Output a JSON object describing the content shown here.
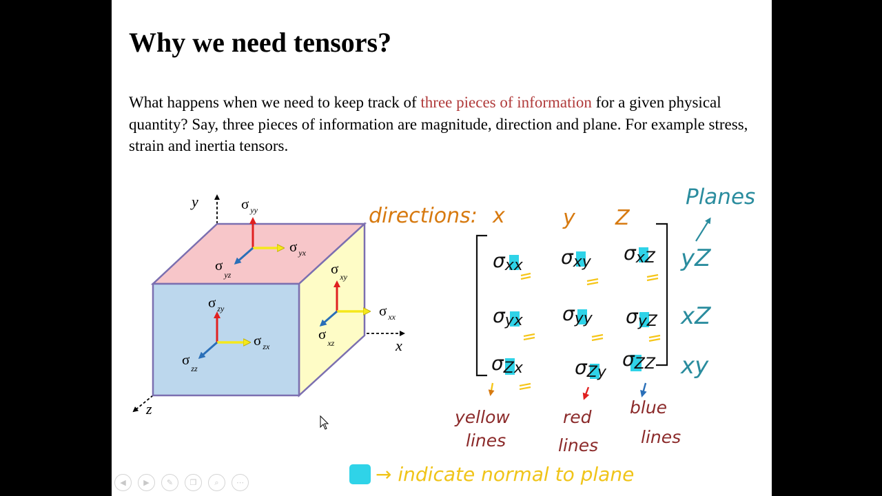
{
  "slide": {
    "title": "Why we need tensors?",
    "intro": {
      "before": "What happens when we need to keep track of ",
      "highlight": "three pieces of information",
      "after": " for a given physical quantity? Say, three pieces of information are magnitude, direction and plane. For example stress, strain and inertia tensors."
    }
  },
  "cube": {
    "axis_labels": {
      "x": "x",
      "y": "y",
      "z": "z"
    },
    "stress_labels": [
      {
        "sym": "σ",
        "sub": "yy"
      },
      {
        "sym": "σ",
        "sub": "yx"
      },
      {
        "sym": "σ",
        "sub": "yz"
      },
      {
        "sym": "σ",
        "sub": "xy"
      },
      {
        "sym": "σ",
        "sub": "xx"
      },
      {
        "sym": "σ",
        "sub": "xz"
      },
      {
        "sym": "σ",
        "sub": "zy"
      },
      {
        "sym": "σ",
        "sub": "zx"
      },
      {
        "sym": "σ",
        "sub": "zz"
      }
    ],
    "colors": {
      "top_face": "#f7c6c9",
      "right_face": "#fefcc6",
      "front_face": "#bcd7ed",
      "edge": "#7b6fb0"
    }
  },
  "annotations": {
    "directions_label": "directions:",
    "directions": [
      "x",
      "y",
      "Z"
    ],
    "planes_label": "Planes",
    "planes": [
      "yZ",
      "xZ",
      "xy"
    ],
    "matrix": [
      [
        {
          "sym": "σ",
          "plane": "x",
          "dir": "x"
        },
        {
          "sym": "σ",
          "plane": "x",
          "dir": "y"
        },
        {
          "sym": "σ",
          "plane": "x",
          "dir": "Z"
        }
      ],
      [
        {
          "sym": "σ",
          "plane": "y",
          "dir": "x"
        },
        {
          "sym": "σ",
          "plane": "y",
          "dir": "y"
        },
        {
          "sym": "σ",
          "plane": "y",
          "dir": "Z"
        }
      ],
      [
        {
          "sym": "σ",
          "plane": "Z",
          "dir": "x"
        },
        {
          "sym": "σ",
          "plane": "Z",
          "dir": "y"
        },
        {
          "sym": "σ",
          "plane": "Z",
          "dir": "Z"
        }
      ]
    ],
    "line_notes": [
      {
        "line1": "yellow",
        "line2": "lines"
      },
      {
        "line1": "red",
        "line2": "lines"
      },
      {
        "line1": "blue",
        "line2": "lines"
      }
    ],
    "legend_text": "→ indicate normal to plane",
    "colors": {
      "orange": "#d77a10",
      "teal": "#2a8c9e",
      "maroon": "#8b2a2a",
      "cyan": "#2fd3e8",
      "yellow": "#f5c518",
      "red": "#e02020",
      "blue": "#2a6fb8"
    }
  },
  "toolbar": {
    "buttons": [
      "back-icon",
      "forward-icon",
      "pen-icon",
      "copy-icon",
      "zoom-icon",
      "more-icon"
    ]
  }
}
